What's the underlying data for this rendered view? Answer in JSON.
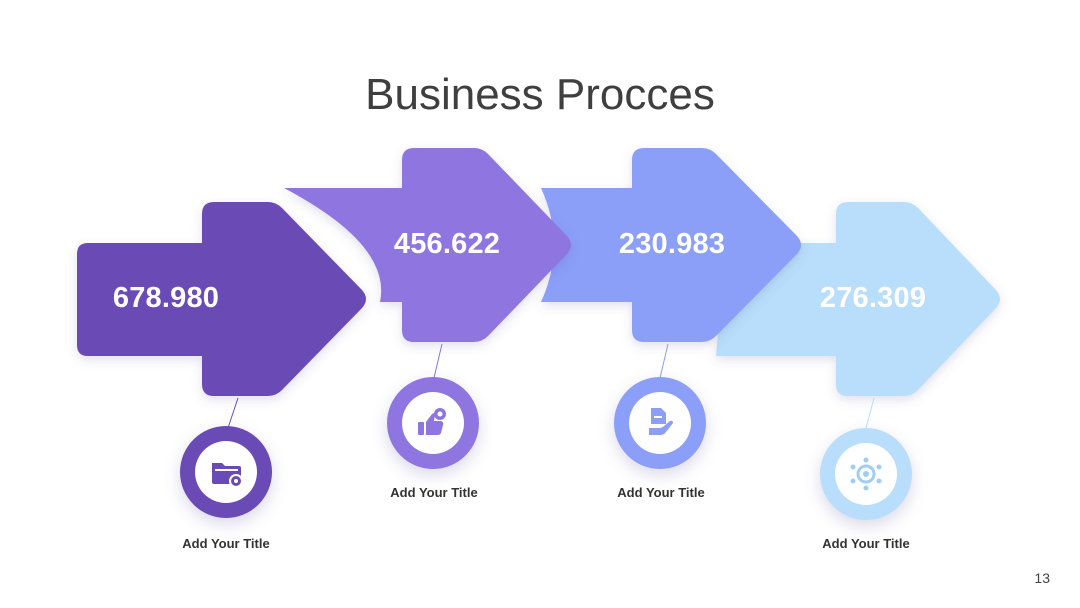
{
  "slide": {
    "title": "Business Procces",
    "page_number": "13"
  },
  "steps": [
    {
      "value": "678.980",
      "label": "Add Your Title",
      "color": "#6a4bb6",
      "icon": "folder-gear-icon"
    },
    {
      "value": "456.622",
      "label": "Add Your Title",
      "color": "#8e75e0",
      "icon": "thumbs-up-gear-icon"
    },
    {
      "value": "230.983",
      "label": "Add Your Title",
      "color": "#8b9ef8",
      "icon": "hand-document-icon"
    },
    {
      "value": "276.309",
      "label": "Add Your Title",
      "color": "#b8defb",
      "icon": "gear-network-icon"
    }
  ]
}
